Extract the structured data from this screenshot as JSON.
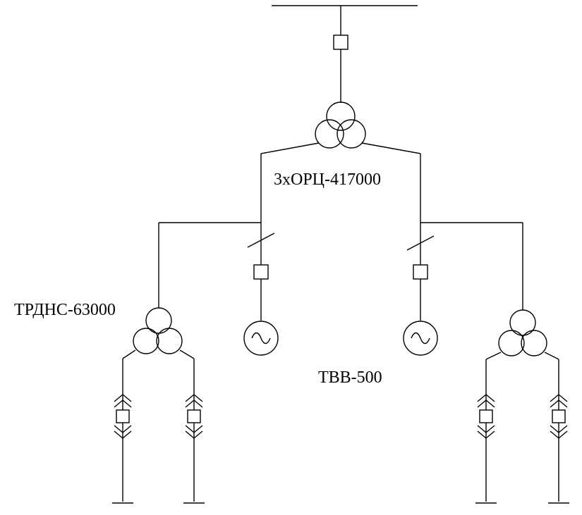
{
  "labels": {
    "main_transformer": "3хОРЦ-417000",
    "aux_transformer": "ТРДНС-63000",
    "generator": "ТВВ-500"
  },
  "colors": {
    "line": "#000000",
    "background": "#ffffff"
  },
  "symbols": {
    "busbar": "busbar-line",
    "breaker": "breaker-square",
    "three_winding_transformer": "transformer-three-circle",
    "generator": "generator-sine",
    "disconnector": "disconnector-slash",
    "withdrawable_breaker": "withdrawable-breaker-chevrons",
    "ground": "ground-terminal"
  }
}
